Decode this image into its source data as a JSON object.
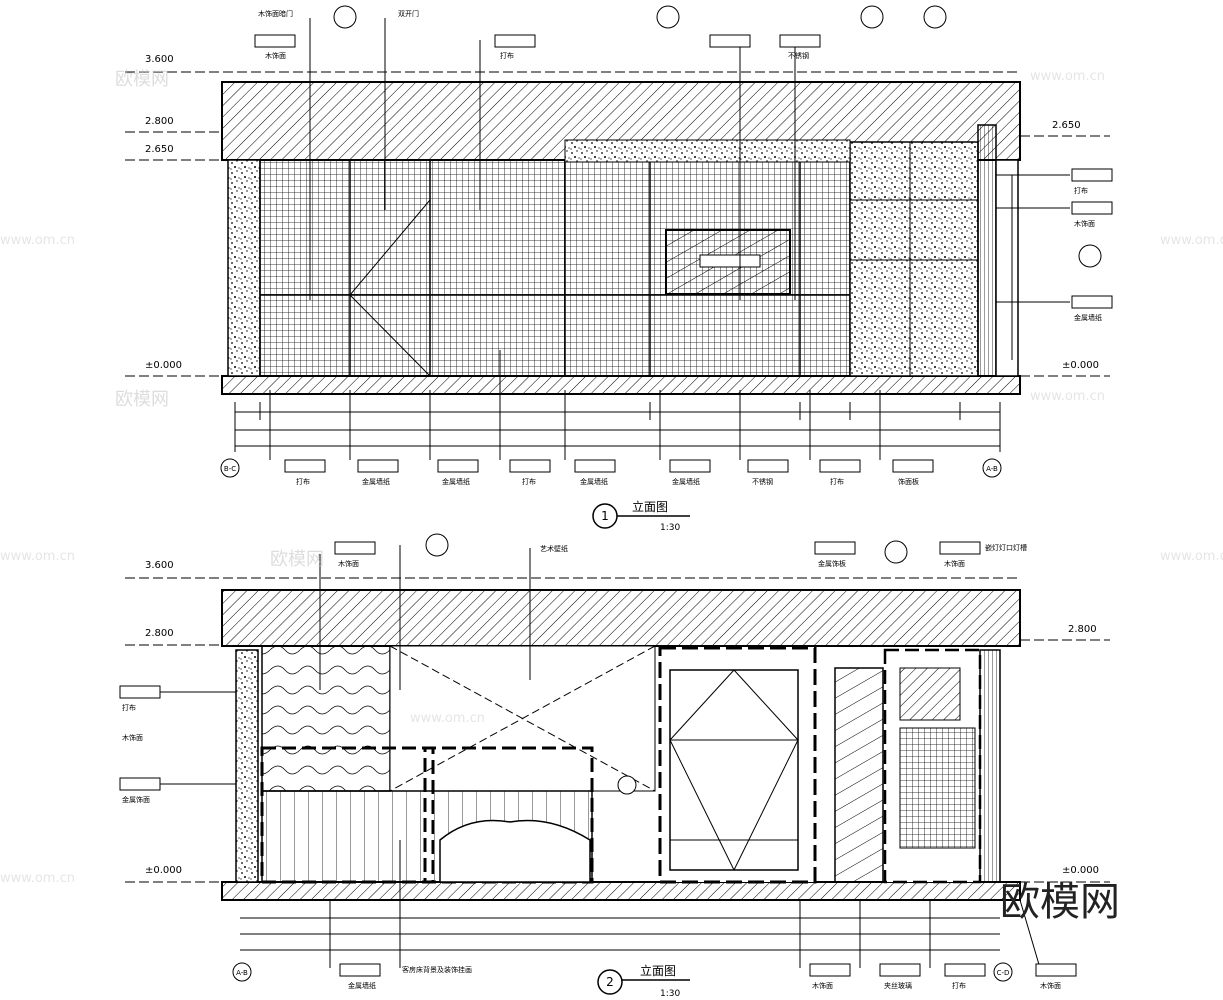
{
  "elevations": [
    {
      "number": "1",
      "title": "立面图",
      "scale": "1:30",
      "levels": [
        "3.600",
        "2.800",
        "2.650",
        "±0.000"
      ],
      "right_levels": [
        "2.650",
        "±0.000"
      ],
      "axis_left": "B-C",
      "axis_right": "A-B",
      "top_notes": [
        "木饰面暗门",
        "双开门",
        "打布",
        "木饰面",
        "不锈钢"
      ],
      "bottom_notes": [
        "打布",
        "金属墙纸",
        "金属墙纸",
        "打布",
        "金属墙纸",
        "金属墙纸",
        "不锈钢",
        "打布",
        "饰面板"
      ],
      "right_notes": [
        "打布",
        "木饰面",
        "金属墙纸"
      ]
    },
    {
      "number": "2",
      "title": "立面图",
      "scale": "1:30",
      "levels": [
        "3.600",
        "2.800",
        "±0.000"
      ],
      "right_levels": [
        "2.800",
        "±0.000"
      ],
      "axis_left": "A-B",
      "axis_right": "C-D",
      "top_notes": [
        "木饰面",
        "艺术壁纸",
        "金属饰板",
        "木饰面",
        "嵌灯灯口灯槽"
      ],
      "bottom_notes": [
        "金属墙纸",
        "客房床背景及装饰挂画",
        "木饰面",
        "夹丝玻璃",
        "打布",
        "木饰面"
      ],
      "left_notes": [
        "打布",
        "木饰面",
        "金属饰面"
      ]
    }
  ],
  "watermarks": [
    "欧模网",
    "www.om.cn",
    "欧模网"
  ]
}
